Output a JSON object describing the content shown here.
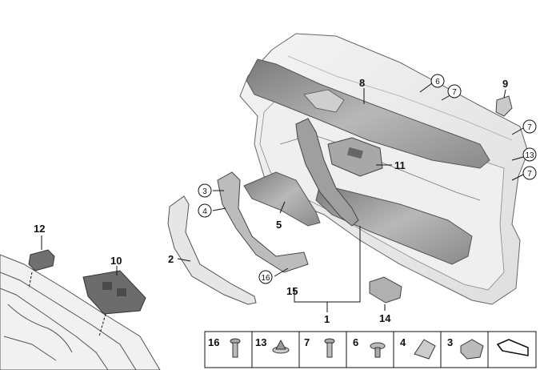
{
  "callouts": {
    "c1": "1",
    "c2": "2",
    "c3": "3",
    "c4": "4",
    "c5": "5",
    "c6": "6",
    "c7a": "7",
    "c7b": "7",
    "c7c": "7",
    "c8": "8",
    "c9": "9",
    "c10": "10",
    "c11": "11",
    "c12": "12",
    "c13": "13",
    "c14": "14",
    "c15": "15",
    "c16": "16"
  },
  "legend": {
    "cells": [
      "16",
      "13",
      "7",
      "6",
      "4",
      "3"
    ]
  },
  "colors": {
    "panel_fill": "#ececec",
    "panel_dark": "#9a9a9a",
    "trim_dark": "#8d8d8d",
    "line": "#111111"
  },
  "icons": [
    "screw-icon",
    "expanding-rivet-icon",
    "screw-icon",
    "bolt-icon",
    "clip-icon",
    "clip-nut-icon",
    "ground-symbol-icon"
  ]
}
